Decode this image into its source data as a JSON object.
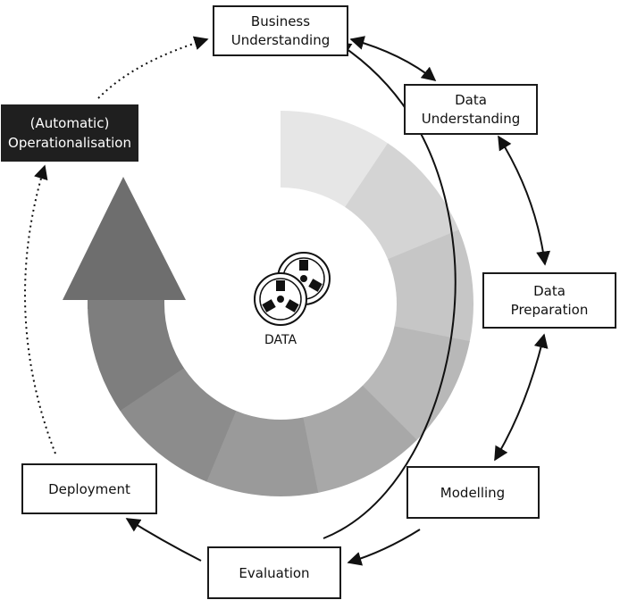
{
  "diagram": {
    "nodes": {
      "business_understanding": {
        "line1": "Business",
        "line2": "Understanding"
      },
      "data_understanding": {
        "line1": "Data",
        "line2": "Understanding"
      },
      "data_preparation": {
        "line1": "Data",
        "line2": "Preparation"
      },
      "modelling": {
        "label": "Modelling"
      },
      "evaluation": {
        "label": "Evaluation"
      },
      "deployment": {
        "label": "Deployment"
      },
      "operationalisation": {
        "line1": "(Automatic)",
        "line2": "Operationalisation"
      }
    },
    "center_label": "DATA",
    "icons": [
      "data-reel-icon",
      "data-reel-icon"
    ],
    "colors": {
      "ring_segments": [
        "#e6e6e6",
        "#d4d4d4",
        "#c6c6c6",
        "#b8b8b8",
        "#a8a8a8",
        "#9a9a9a",
        "#8c8c8c",
        "#7e7e7e"
      ],
      "arrow_head": "#6e6e6e",
      "dark_box": "#1f1f1f"
    }
  }
}
